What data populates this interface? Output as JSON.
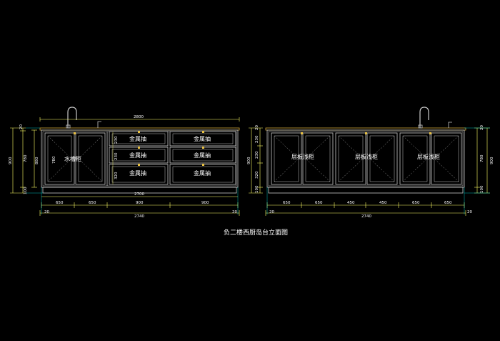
{
  "drawing_title": "负二楼西厨岛台立面图",
  "colors": {
    "background": "#000000",
    "cabinet_line": "#c8c8c8",
    "dimension_line": "#ffff66",
    "extension_line": "#00e6e6",
    "countertop": "#d4a83a",
    "hardware": "#e8c040",
    "text": "#ffffff"
  },
  "left_elevation": {
    "top_dimension": "2800",
    "bottom_overall": "2700",
    "bottom_segments": [
      "650",
      "650",
      "900",
      "900"
    ],
    "total_with_ends": "2740",
    "end_offsets": [
      "20",
      "20"
    ],
    "left_heights": [
      "20",
      "900",
      "780",
      "100"
    ],
    "inner_height": "880",
    "inner_heights": [
      "230",
      "230",
      "320"
    ],
    "sink_cabinet_label": "水槽柜",
    "drawer_label": "金属抽",
    "drawer_labels": [
      "金属抽",
      "金属抽",
      "金属抽",
      "金属抽",
      "金属抽",
      "金属抽"
    ]
  },
  "right_elevation": {
    "left_heights": [
      "20",
      "230",
      "230",
      "900",
      "320",
      "100"
    ],
    "right_heights": [
      "20",
      "900",
      "780",
      "100"
    ],
    "bottom_segments": [
      "650",
      "650",
      "450",
      "450",
      "650",
      "650"
    ],
    "total_with_ends": "2740",
    "end_offsets": [
      "20",
      "20"
    ],
    "shelf_cabinet_label": "层板浅柜",
    "cabinet_labels": [
      "层板浅柜",
      "层板浅柜",
      "层板浅柜"
    ]
  }
}
